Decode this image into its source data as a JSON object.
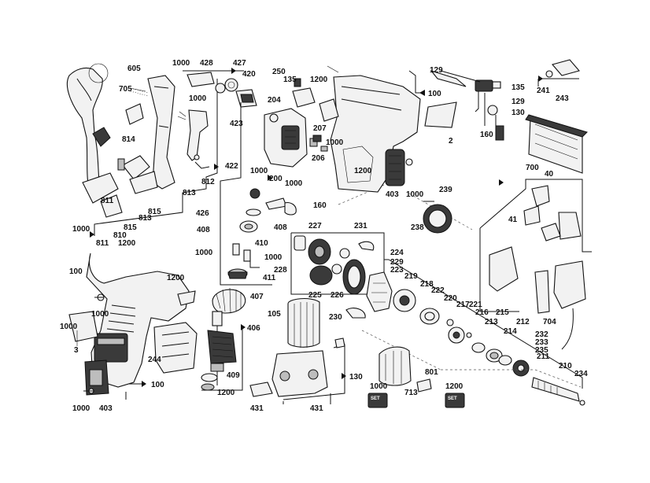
{
  "callouts": {
    "c605": "605",
    "c705": "705",
    "c814": "814",
    "c811a": "811",
    "c813a": "813",
    "c813b": "813",
    "c815a": "815",
    "c815b": "815",
    "c810": "810",
    "c1000_a": "1000",
    "c811b": "811",
    "c1200_a": "1200",
    "c100_a": "100",
    "c1000_b": "1000",
    "c1200_b": "1200",
    "c1000_c": "1000",
    "c3": "3",
    "c244": "244",
    "c100_b": "100",
    "c1000_d": "1000",
    "c403_a": "403",
    "c1000_e": "1000",
    "c428": "428",
    "c427": "427",
    "c420": "420",
    "c1000_f": "1000",
    "c423": "423",
    "c812": "812",
    "c422": "422",
    "c426": "426",
    "c408_a": "408",
    "c410": "410",
    "c1000_g": "1000",
    "c1000_h": "1000",
    "c411": "411",
    "c407": "407",
    "c406": "406",
    "c409": "409",
    "c1200_c": "1200",
    "c250": "250",
    "c135_a": "135",
    "c1200_d": "1200",
    "c204": "204",
    "c207": "207",
    "c1000_i": "1000",
    "c206": "206",
    "c1000_j": "1000",
    "c200": "200",
    "c1000_k": "1000",
    "c160_a": "160",
    "c408_b": "408",
    "c227": "227",
    "c231": "231",
    "c228": "228",
    "c225": "225",
    "c226": "226",
    "c224": "224",
    "c229": "229",
    "c223": "223",
    "c230": "230",
    "c105": "105",
    "c130_a": "130",
    "c431_a": "431",
    "c431_b": "431",
    "c129_a": "129",
    "c100_c": "100",
    "c2": "2",
    "c1200_e": "1200",
    "c403_b": "403",
    "c1000_l": "1000",
    "c239": "239",
    "c238": "238",
    "c219": "219",
    "c218": "218",
    "c222": "222",
    "c220": "220",
    "c217": "217",
    "c221": "221",
    "c216": "216",
    "c213": "213",
    "c215": "215",
    "c214": "214",
    "c212": "212",
    "c211": "211",
    "c210": "210",
    "c234": "234",
    "c232": "232",
    "c233": "233",
    "c235": "235",
    "c1000_m": "1000",
    "c713": "713",
    "c801": "801",
    "c1200_f": "1200",
    "c135_b": "135",
    "c129_b": "129",
    "c130_b": "130",
    "c160_b": "160",
    "c241": "241",
    "c243": "243",
    "c700": "700",
    "c40": "40",
    "c41": "41",
    "c704": "704"
  },
  "set_badges": {
    "set_label": "SET"
  }
}
